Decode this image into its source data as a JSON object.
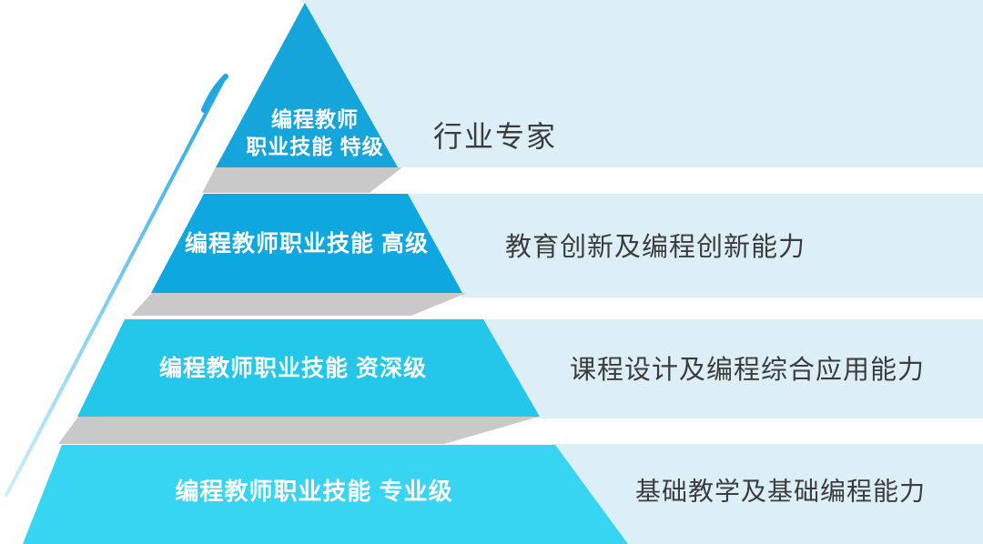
{
  "diagram": {
    "levels": [
      {
        "tier": 1,
        "label_line1": "编程教师",
        "label_line2": "职业技能 特级",
        "description": "行业专家"
      },
      {
        "tier": 2,
        "label": "编程教师职业技能 高级",
        "description": "教育创新及编程创新能力"
      },
      {
        "tier": 3,
        "label": "编程教师职业技能 资深级",
        "description": "课程设计及编程综合应用能力"
      },
      {
        "tier": 4,
        "label": "编程教师职业技能 专业级",
        "description": "基础教学及基础编程能力"
      }
    ]
  },
  "colors": {
    "level1": "#15a5db",
    "level2": "#0fa7df",
    "level3": "#24c6e9",
    "level4": "#37d5f1",
    "separator": "#c9c9c9",
    "band_bg": "#dceef6",
    "band_text": "#3c3c3c",
    "level_label_text": "#ffffff",
    "arrow_top": "#23a7e1",
    "arrow_bottom": "#cdeefb"
  }
}
